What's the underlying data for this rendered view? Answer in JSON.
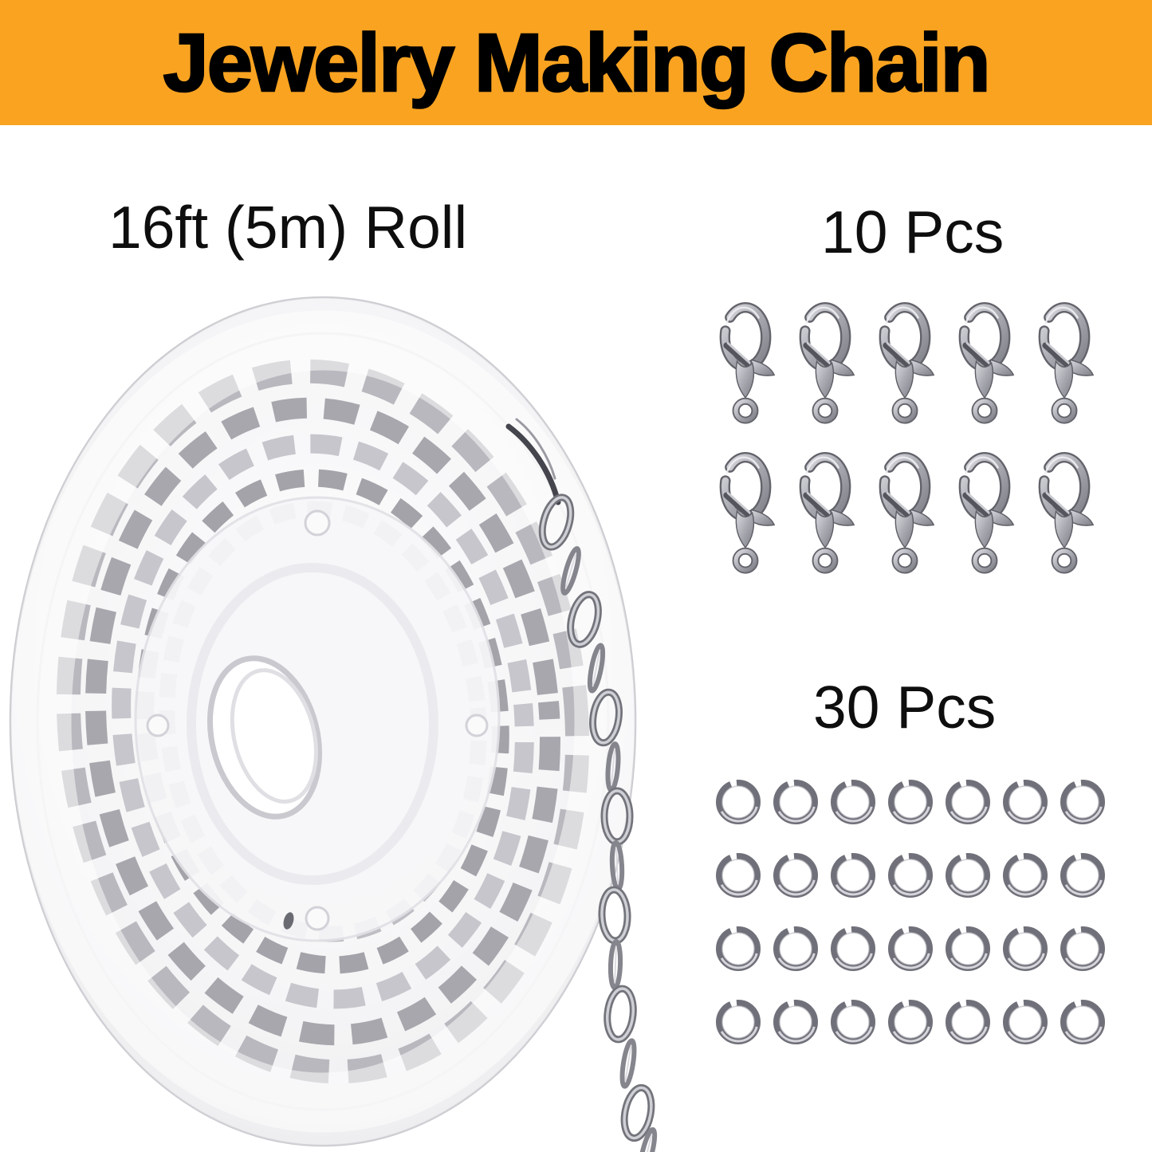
{
  "banner": {
    "title": "Jewelry Making Chain",
    "bg_color": "#F9A321",
    "text_color": "#000000"
  },
  "spool_section": {
    "label": "16ft (5m) Roll"
  },
  "clasps_section": {
    "label": "10 Pcs",
    "rows": 2,
    "cols": 5
  },
  "rings_section": {
    "label": "30 Pcs",
    "rows": 4,
    "cols": 7
  },
  "colors": {
    "metal_dark": "#6e6e76",
    "metal_mid": "#9a9aa2",
    "metal_light": "#d8d8de",
    "spool_plastic": "#f0f0f3"
  }
}
